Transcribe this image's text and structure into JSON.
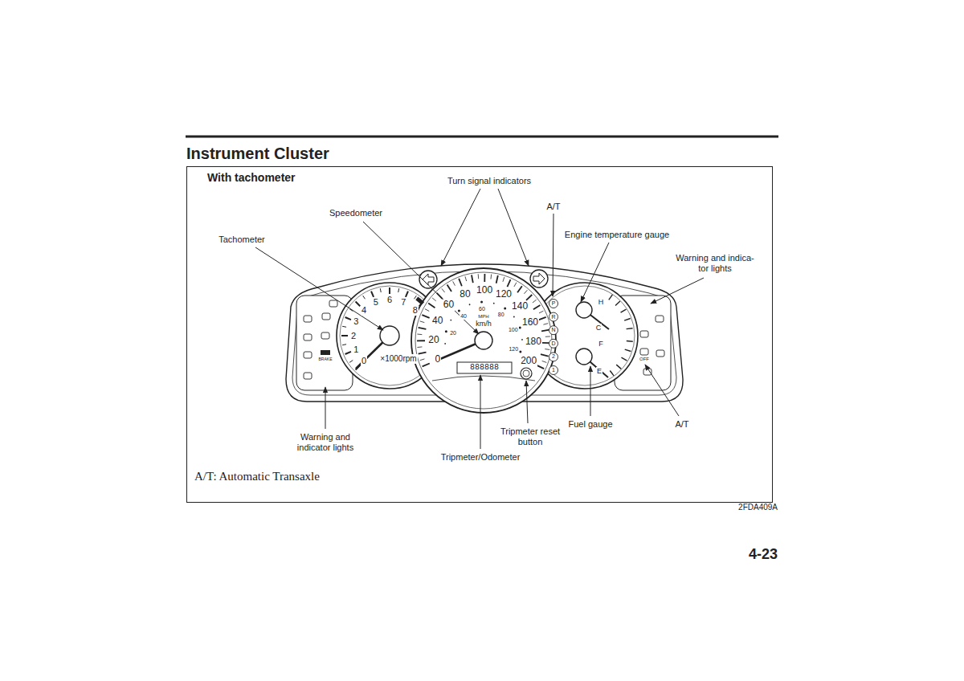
{
  "diagram": {
    "title": "Instrument Cluster",
    "nodes": [
      {
        "text": [
          "With tachometer"
        ]
      }
    ],
    "labels": [
      "Turn signal indicators",
      "Speedometer",
      "A/T",
      "Engine temperature gauge",
      "Tachometer",
      "Warning and indica- tor lights",
      "Warning and indicator lights",
      "Tripmeter reset button",
      "Fuel gauge",
      "A/T",
      "Tripmeter/Odometer",
      "2FDA409A",
      "4-23",
      "0",
      "1",
      "2",
      "3",
      "4",
      "5",
      "6",
      "7",
      "8",
      "×1000rpm",
      "0",
      "20",
      "40",
      "60",
      "80",
      "100",
      "120",
      "140",
      "160",
      "180",
      "200",
      "20",
      "40",
      "60",
      "80",
      "100",
      "120",
      "MPH",
      "km/h",
      "P",
      "R",
      "N",
      "D",
      "2",
      "1",
      "H",
      "C",
      "F",
      "E",
      "BRAKE",
      "OFF",
      "888888",
      "A/T: Automatic Transaxle"
    ]
  }
}
